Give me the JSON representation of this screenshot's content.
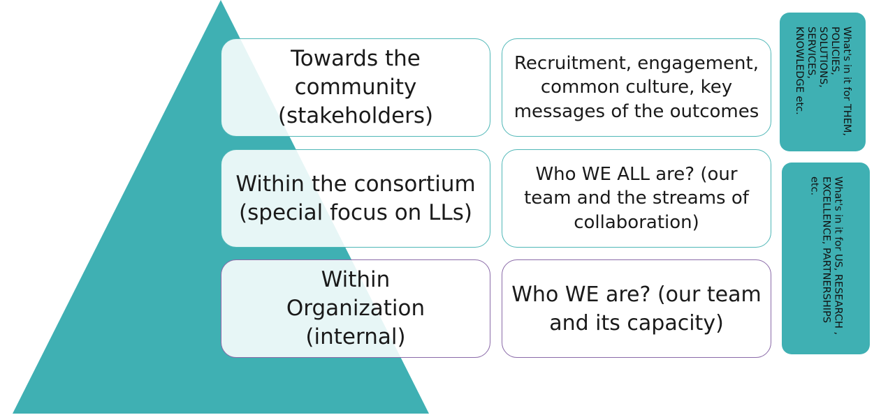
{
  "colors": {
    "pyramid": "#3fb0b3",
    "box_border": "#4fb7b7",
    "box_border_bottom": "#8a6aa8",
    "side_tab": "#3fb0b3"
  },
  "levels": [
    {
      "title": "Towards the community (stakeholders)",
      "description": "Recruitment, engagement, common culture, key messages of the outcomes"
    },
    {
      "title": "Within the consortium (special focus on LLs)",
      "description": "Who WE ALL are? (our team and the streams of collaboration)"
    },
    {
      "title": "Within Organization (internal)",
      "description": "Who WE are? (our team and its capacity)"
    }
  ],
  "side_labels": {
    "them": "What's in it for THEM, POLICIES, SOLUTIONS, SERVICES, KNOWLEDGE etc.",
    "us": "What's in it for US, RESEARCH , EXCELLENCE, PARTNERSHIPS etc."
  }
}
